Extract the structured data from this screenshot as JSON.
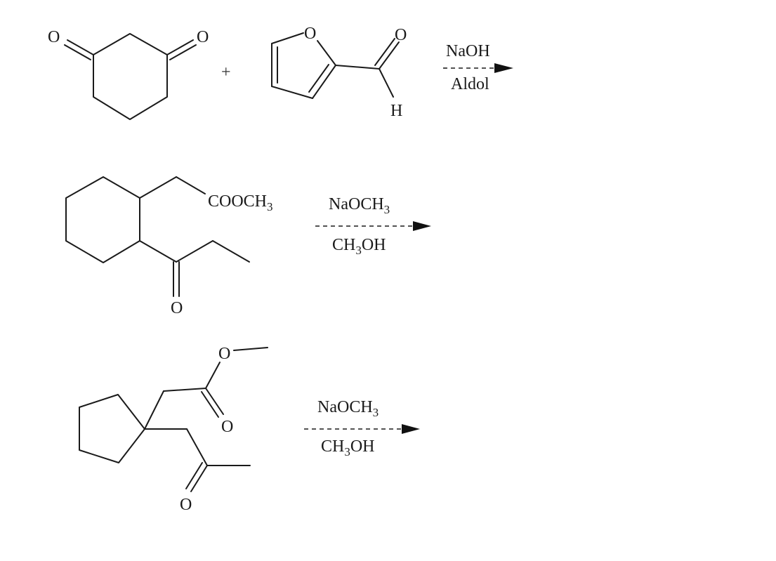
{
  "reactions": [
    {
      "id": 1,
      "reactants": [
        {
          "name": "1,3-cyclohexanedione",
          "atom_labels": [
            "O",
            "O"
          ]
        },
        {
          "name": "furfural",
          "atom_labels": [
            "O",
            "O",
            "H"
          ]
        }
      ],
      "plus_sign": "+",
      "arrow": {
        "style": "dashed",
        "above": "NaOH",
        "below": "Aldol"
      }
    },
    {
      "id": 2,
      "reactants": [
        {
          "name": "methyl 2-(2-propanoylcyclohexyl)acetate",
          "atom_labels": [
            "O"
          ],
          "group_label": {
            "main": "COOCH",
            "sub": "3"
          }
        }
      ],
      "arrow": {
        "style": "dashed",
        "above": {
          "main": "NaOCH",
          "sub": "3"
        },
        "below": {
          "pre": "CH",
          "sub": "3",
          "post": "OH"
        }
      }
    },
    {
      "id": 3,
      "reactants": [
        {
          "name": "methyl 2-[1-(2-oxopropyl)cyclopentyl]acetate",
          "atom_labels": [
            "O",
            "O",
            "O"
          ]
        }
      ],
      "arrow": {
        "style": "dashed",
        "above": {
          "main": "NaOCH",
          "sub": "3"
        },
        "below": {
          "pre": "CH",
          "sub": "3",
          "post": "OH"
        }
      }
    }
  ]
}
